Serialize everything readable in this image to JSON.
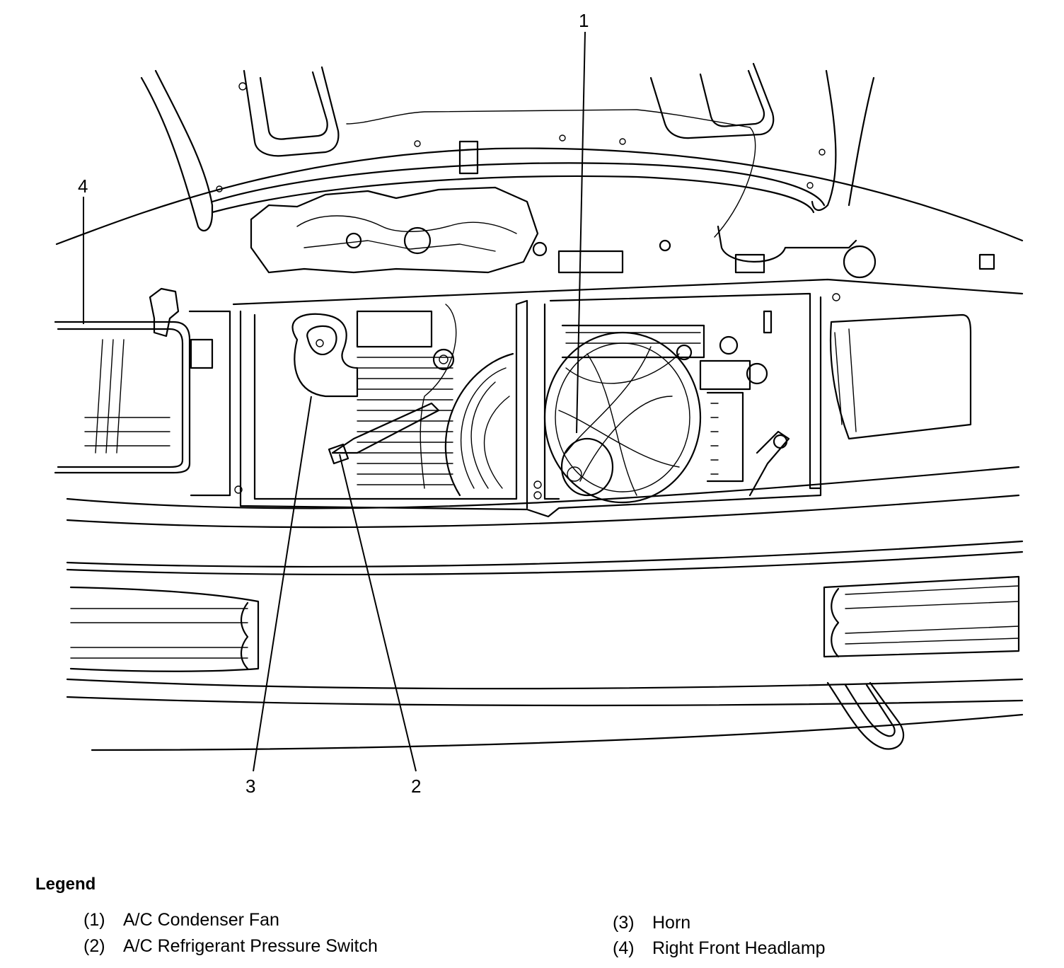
{
  "callouts": {
    "c1": "1",
    "c2": "2",
    "c3": "3",
    "c4": "4"
  },
  "legend": {
    "title": "Legend",
    "items": [
      {
        "num": "(1)",
        "label": "A/C Condenser Fan"
      },
      {
        "num": "(2)",
        "label": "A/C Refrigerant Pressure Switch"
      },
      {
        "num": "(3)",
        "label": "Horn"
      },
      {
        "num": "(4)",
        "label": "Right Front Headlamp"
      }
    ]
  }
}
